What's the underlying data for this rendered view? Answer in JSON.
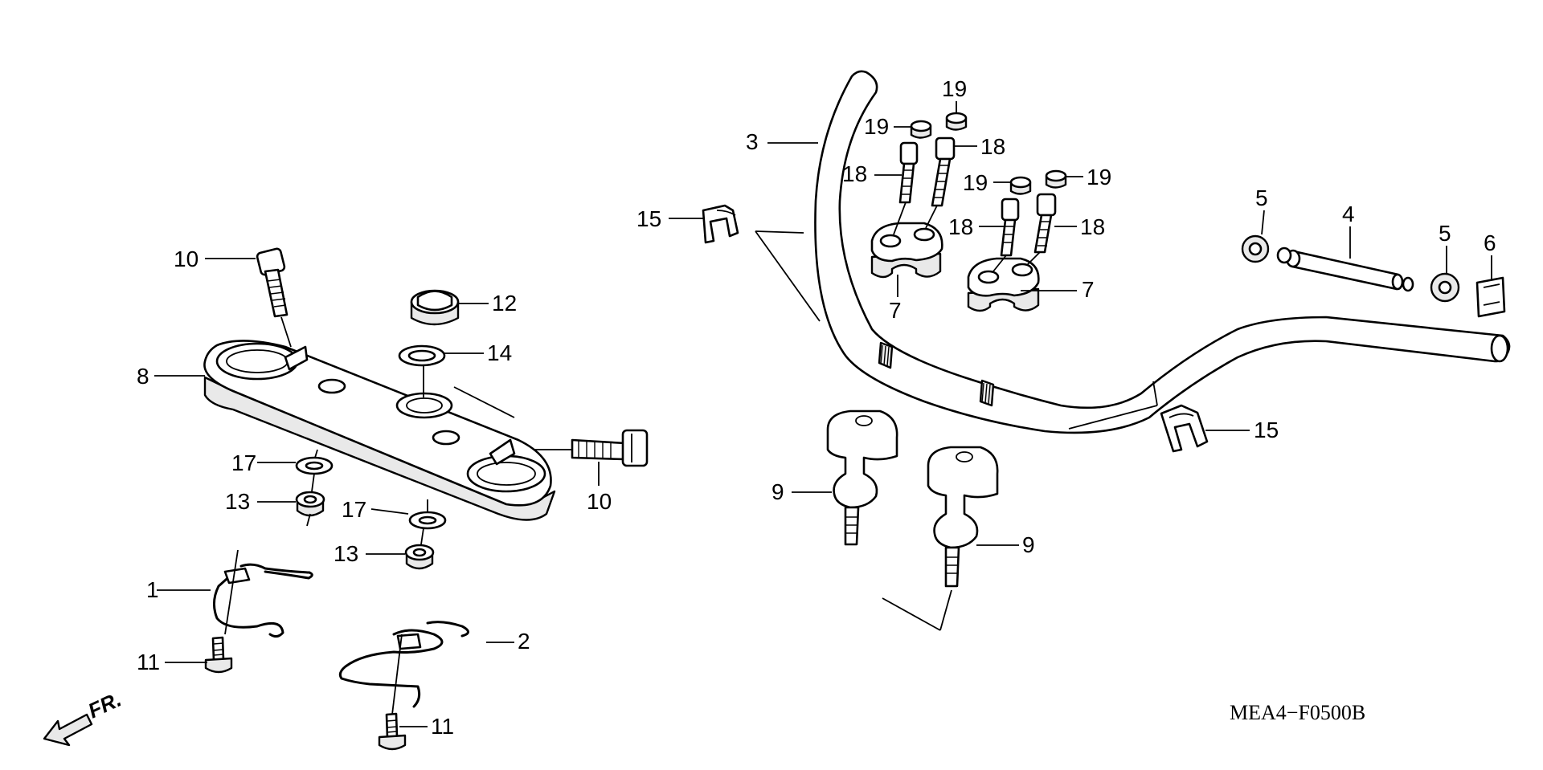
{
  "diagram_code": "MEA4−F0500B",
  "front_indicator": "FR.",
  "callouts": {
    "c1": "1",
    "c2": "2",
    "c3": "3",
    "c4": "4",
    "c5a": "5",
    "c5b": "5",
    "c6": "6",
    "c7a": "7",
    "c7b": "7",
    "c8": "8",
    "c9a": "9",
    "c9b": "9",
    "c10a": "10",
    "c10b": "10",
    "c11a": "11",
    "c11b": "11",
    "c12": "12",
    "c13a": "13",
    "c13b": "13",
    "c14": "14",
    "c15a": "15",
    "c15b": "15",
    "c17a": "17",
    "c17b": "17",
    "c18a": "18",
    "c18b": "18",
    "c18c": "18",
    "c18d": "18",
    "c19a": "19",
    "c19b": "19",
    "c19c": "19",
    "c19d": "19"
  },
  "colors": {
    "ink": "#000000",
    "background": "#ffffff"
  }
}
